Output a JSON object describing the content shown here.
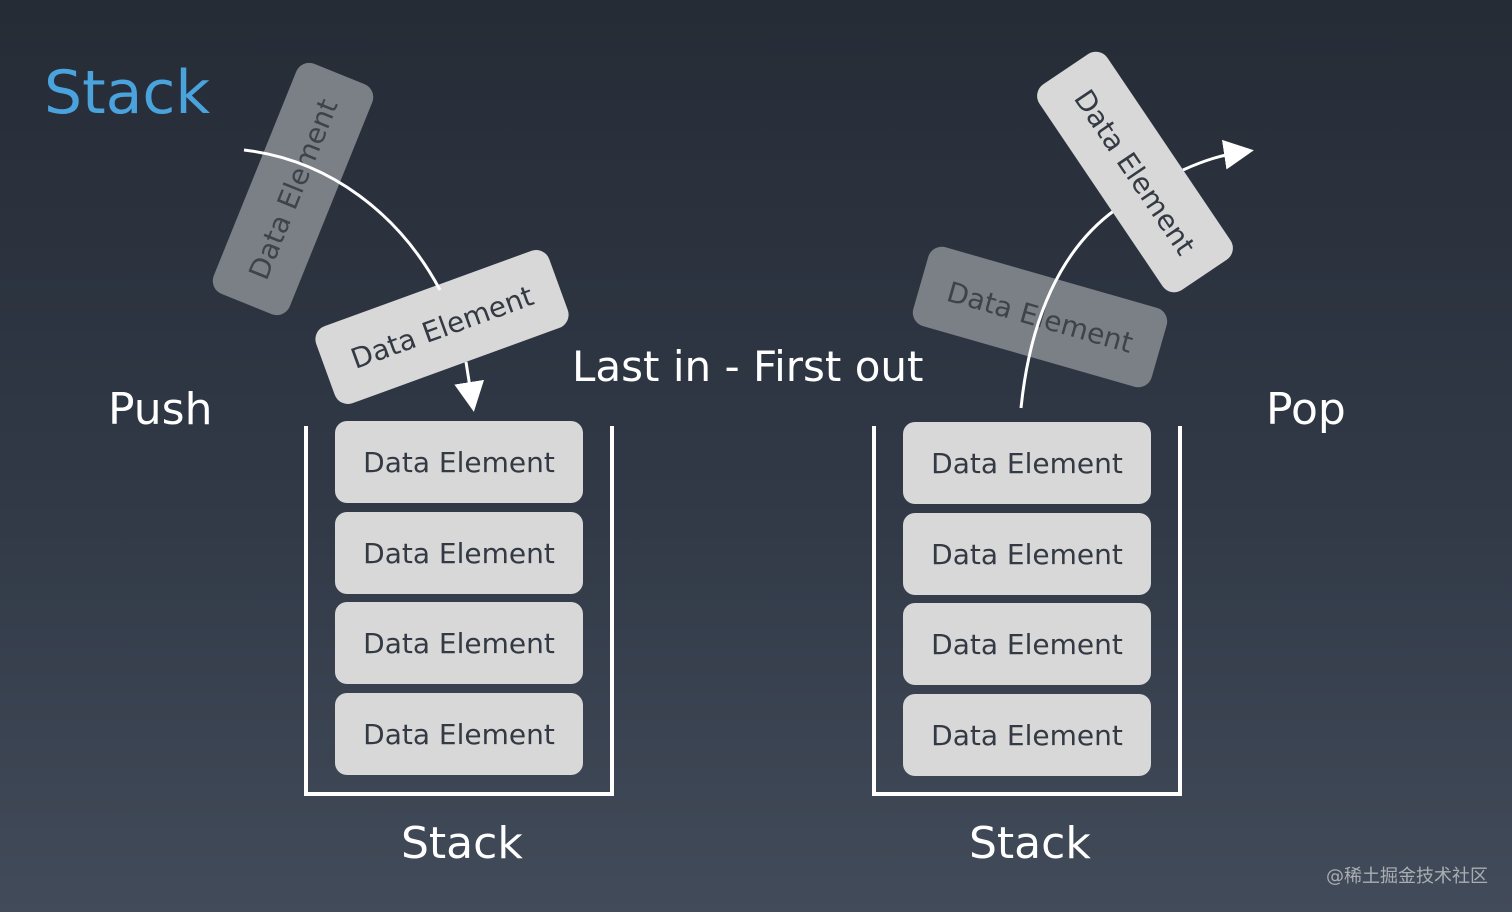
{
  "title": "Stack",
  "motto": "Last in - First out",
  "push": {
    "label": "Push",
    "ghost_block": "Data Element",
    "moving_block": "Data Element",
    "stack_label": "Stack",
    "stack_blocks": [
      "Data Element",
      "Data Element",
      "Data Element",
      "Data Element"
    ]
  },
  "pop": {
    "label": "Pop",
    "ghost_block": "Data Element",
    "moving_block": "Data Element",
    "stack_label": "Stack",
    "stack_blocks": [
      "Data Element",
      "Data Element",
      "Data Element",
      "Data Element"
    ]
  },
  "watermark": "@稀土掘金技术社区",
  "colors": {
    "title": "#4aa3dd",
    "block": "#d8d8d8",
    "ghost_block": "#7b7f86",
    "outline": "#ffffff"
  }
}
